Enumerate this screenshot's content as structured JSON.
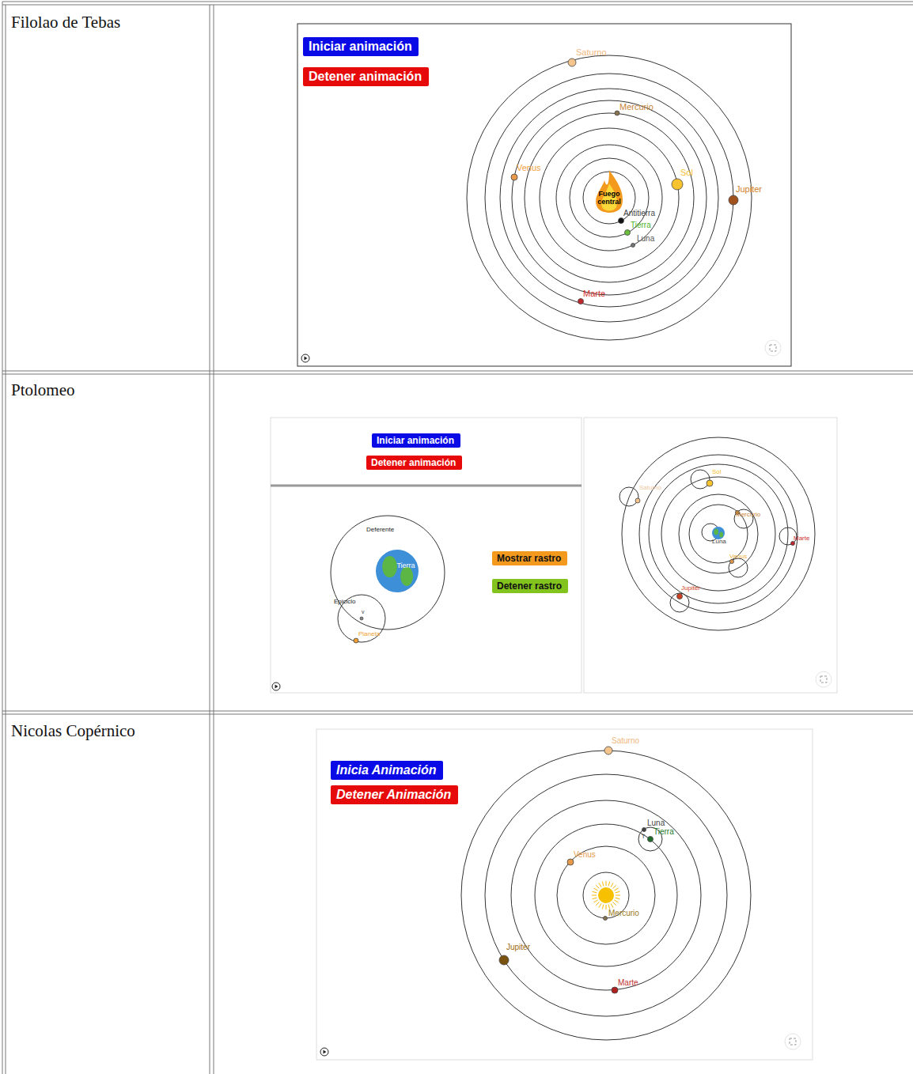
{
  "diagram": {
    "nodes": [
      {
        "text": [
          "Filolao de Tebas"
        ]
      },
      {
        "text": [
          "Iniciar animación"
        ]
      },
      {
        "text": [
          "Detener animación"
        ]
      },
      {
        "text": [
          "Ptolomeo"
        ]
      },
      {
        "text": [
          "Iniciar animación"
        ]
      },
      {
        "text": [
          "Detener animación"
        ]
      },
      {
        "text": [
          "Mostrar rastro"
        ]
      },
      {
        "text": [
          "Detener rastro"
        ]
      },
      {
        "text": [
          "Nicolas Copérnico"
        ]
      },
      {
        "text": [
          "Inicia Animación"
        ]
      },
      {
        "text": [
          "Detener Animación"
        ]
      }
    ],
    "labels": [
      "Saturno",
      "Mercurio",
      "Venus",
      "Sol",
      "Jupiter",
      "Fuego central",
      "Antitierra",
      "Tierra",
      "Luna",
      "Marte",
      "Deferente",
      "Tierra",
      "Epiciclo",
      "v",
      "Planeta",
      "Sol",
      "Saturno",
      "Mercurio",
      "Luna",
      "Marte",
      "Venus",
      "Jupiter",
      "Saturno",
      "Luna",
      "Tierra",
      "T",
      "Venus",
      "Mercurio",
      "Jupiter",
      "Marte"
    ]
  }
}
